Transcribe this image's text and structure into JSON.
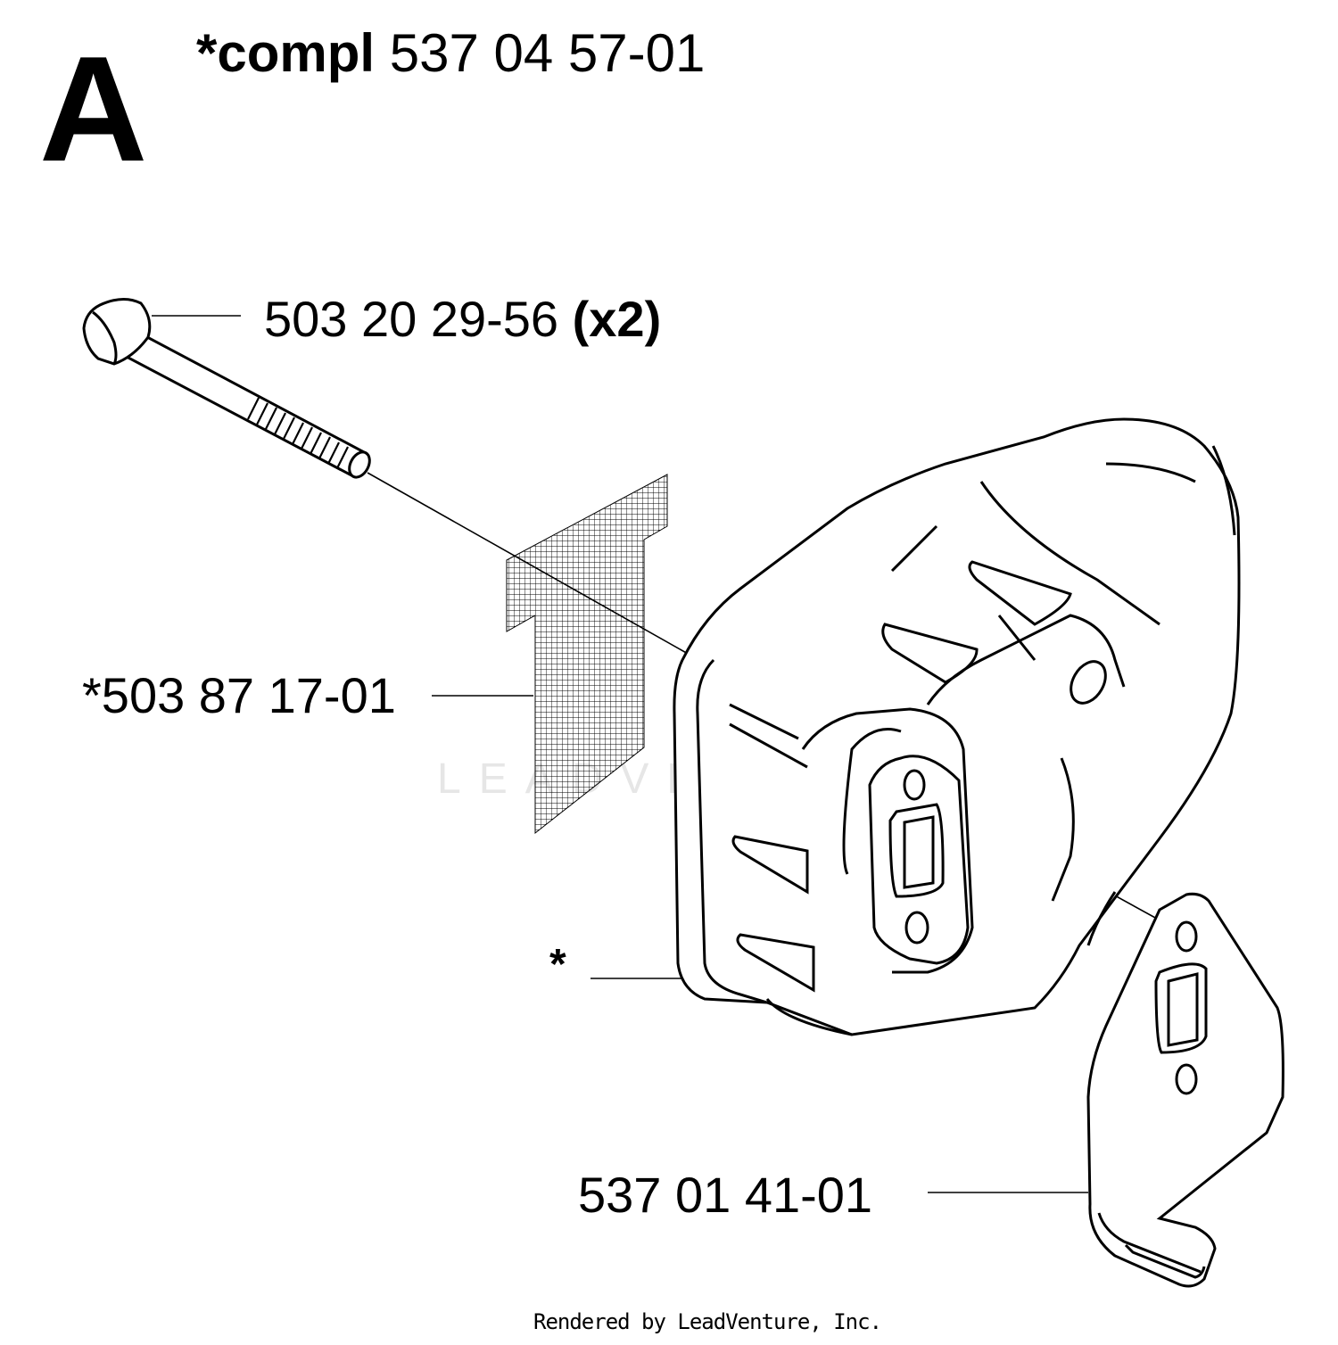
{
  "section_letter": "A",
  "title": {
    "prefix": "*compl",
    "part_number": "537 04 57-01"
  },
  "callouts": {
    "bolt": {
      "part_number": "503 20 29-56",
      "quantity": "(x2)"
    },
    "screen": {
      "part_number": "*503 87 17-01"
    },
    "muffler": {
      "part_number": "*"
    },
    "plate": {
      "part_number": "537 01 41-01"
    }
  },
  "watermark": "LEADVENTURE",
  "footer": "Rendered by LeadVenture, Inc."
}
